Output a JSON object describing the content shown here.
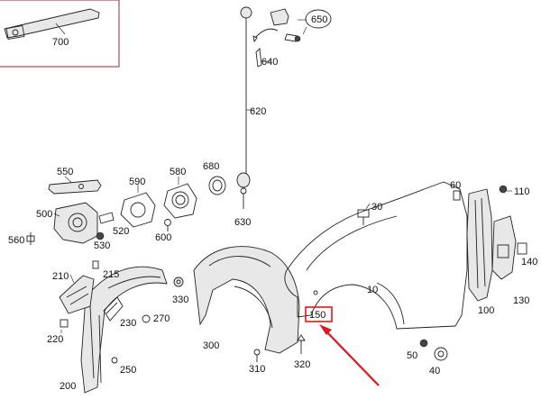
{
  "diagram": {
    "highlight_color": "#e0161c",
    "inset_border_color": "#b44a5a",
    "labels": {
      "l700": "700",
      "l650": "650",
      "l640": "640",
      "l620": "620",
      "l630": "630",
      "l550": "550",
      "l590": "590",
      "l580": "580",
      "l680": "680",
      "l500": "500",
      "l520": "520",
      "l530": "530",
      "l560": "560",
      "l600": "600",
      "l210": "210",
      "l215": "215",
      "l220": "220",
      "l230": "230",
      "l250": "250",
      "l270": "270",
      "l200": "200",
      "l300": "300",
      "l310": "310",
      "l320": "320",
      "l330": "330",
      "l150": "150",
      "l30": "30",
      "l10": "10",
      "l60": "60",
      "l110": "110",
      "l140": "140",
      "l130": "130",
      "l100": "100",
      "l50": "50",
      "l40": "40"
    }
  }
}
